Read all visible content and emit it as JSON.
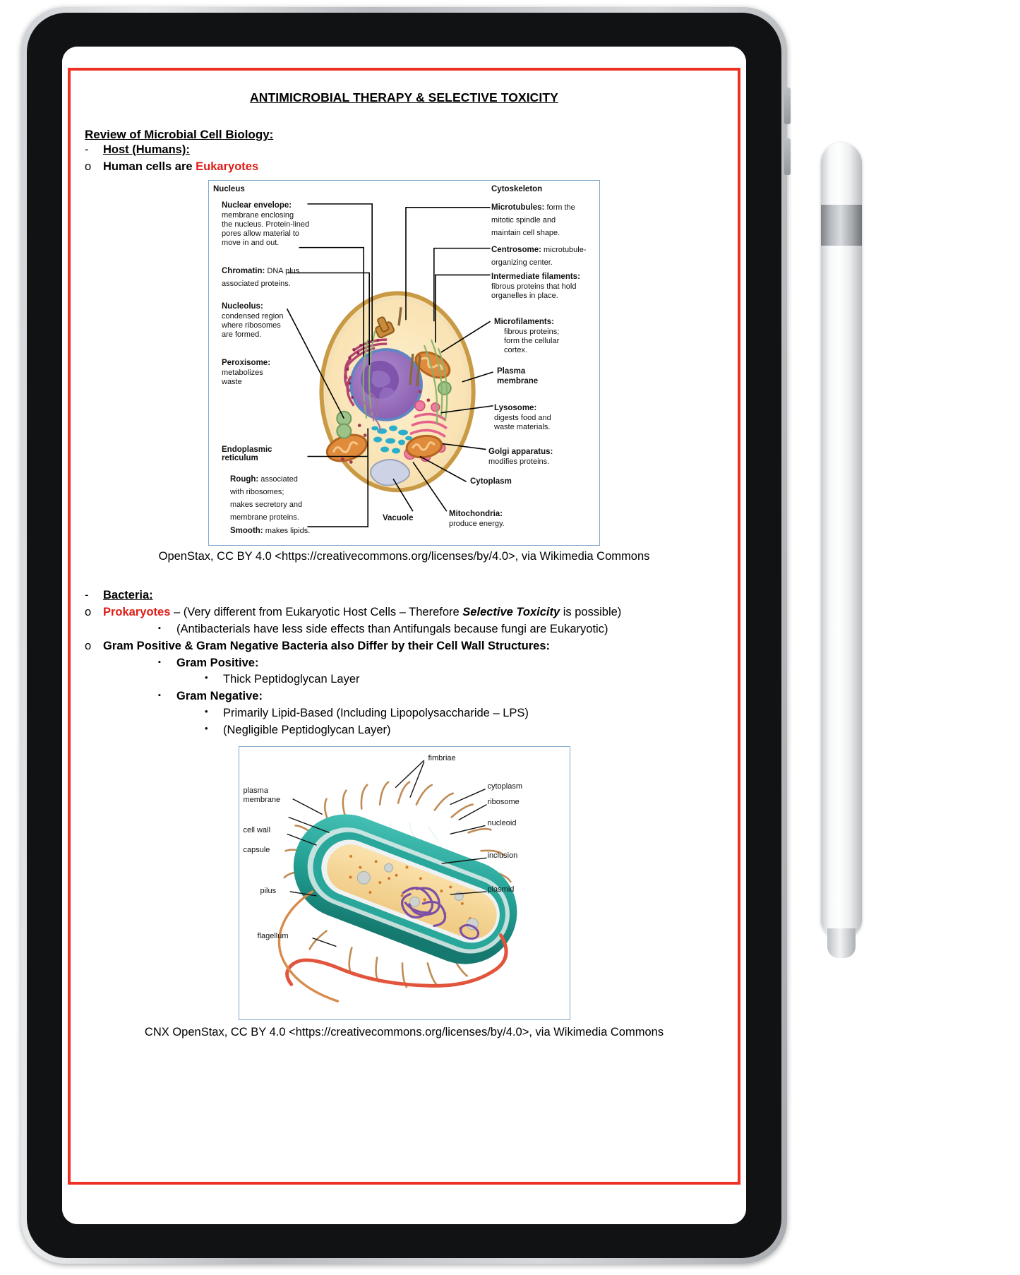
{
  "device": {
    "name": "tablet",
    "accent_border": "#ef3124",
    "frame_color": "#111214"
  },
  "document": {
    "title": "ANTIMICROBIAL THERAPY & SELECTIVE TOXICITY",
    "section_heading": "Review of Microbial Cell Biology:",
    "host": {
      "label": "Host (Humans):",
      "bullet_dash": "-",
      "bullet_circle": "o",
      "bullet_square": "▪",
      "bullet_dot": "•",
      "human_cells_prefix": "Human cells are ",
      "human_cells_red": "Eukaryotes"
    },
    "eukaryote_caption": "OpenStax, CC BY 4.0 <https://creativecommons.org/licenses/by/4.0>, via Wikimedia Commons",
    "bacteria": {
      "label": "Bacteria:",
      "prokaryotes_red": "Prokaryotes",
      "prokaryotes_rest_a": " – (Very different from Eukaryotic Host Cells – Therefore ",
      "prokaryotes_bolditalic": "Selective Toxicity",
      "prokaryotes_rest_b": " is possible)",
      "antibacterials_note": "(Antibacterials have less side effects than Antifungals because fungi are Eukaryotic)",
      "gram_heading": "Gram Positive & Gram Negative Bacteria also Differ by their Cell Wall Structures:",
      "gram_positive_label": "Gram Positive:",
      "gram_positive_item": "Thick Peptidoglycan Layer",
      "gram_negative_label": "Gram Negative:",
      "gram_negative_item1": "Primarily Lipid-Based (Including Lipopolysaccharide – LPS)",
      "gram_negative_item2": "(Negligible Peptidoglycan Layer)"
    },
    "bacterium_caption": "CNX OpenStax, CC BY 4.0 <https://creativecommons.org/licenses/by/4.0>, via Wikimedia Commons"
  },
  "eukaryote_figure": {
    "border_color": "#7da7cb",
    "labels_left": [
      {
        "head": "Nucleus",
        "body": ""
      },
      {
        "head": "Nuclear envelope:",
        "body": "membrane enclosing\nthe nucleus. Protein-lined\npores allow material to\nmove in and out."
      },
      {
        "head": "Chromatin:",
        "body": " DNA plus\nassociated proteins."
      },
      {
        "head": "Nucleolus:",
        "body": "condensed region\nwhere ribosomes\nare formed."
      },
      {
        "head": "Peroxisome:",
        "body": "metabolizes\nwaste"
      },
      {
        "head": "Endoplasmic\nreticulum",
        "body": ""
      },
      {
        "head": "Rough:",
        "body": " associated\nwith ribosomes;\nmakes secretory and\nmembrane proteins."
      },
      {
        "head": "Smooth:",
        "body": " makes lipids."
      }
    ],
    "labels_right": [
      {
        "head": "Cytoskeleton",
        "body": ""
      },
      {
        "head": "Microtubules:",
        "body": " form the\nmitotic spindle and\nmaintain cell shape."
      },
      {
        "head": "Centrosome:",
        "body": " microtubule-\norganizing center."
      },
      {
        "head": "Intermediate filaments:",
        "body": "fibrous proteins that hold\norganelles in place."
      },
      {
        "head": "Microfilaments:",
        "body": "fibrous proteins;\nform the cellular\ncortex."
      },
      {
        "head": "Plasma\nmembrane",
        "body": ""
      },
      {
        "head": "Lysosome:",
        "body": "digests food and\nwaste materials."
      },
      {
        "head": "Golgi apparatus:",
        "body": "modifies proteins."
      },
      {
        "head": "Cytoplasm",
        "body": ""
      },
      {
        "head": "Mitochondria:",
        "body": "produce energy."
      }
    ],
    "labels_bottom": [
      {
        "head": "Vacuole",
        "body": ""
      }
    ]
  },
  "bacterium_figure": {
    "border_color": "#7da7cb",
    "labels": [
      "fimbriae",
      "cytoplasm",
      "ribosome",
      "nucleoid",
      "inclusion",
      "plasmid",
      "plasma\nmembrane",
      "cell wall",
      "capsule",
      "pilus",
      "flagellum"
    ],
    "colors": {
      "capsule": "#2aa79b",
      "cytoplasm": "#f3d08a",
      "flagellum": "#e2553c",
      "fimbriae": "#c08a54",
      "nucleoid": "#7a4fa3"
    }
  }
}
